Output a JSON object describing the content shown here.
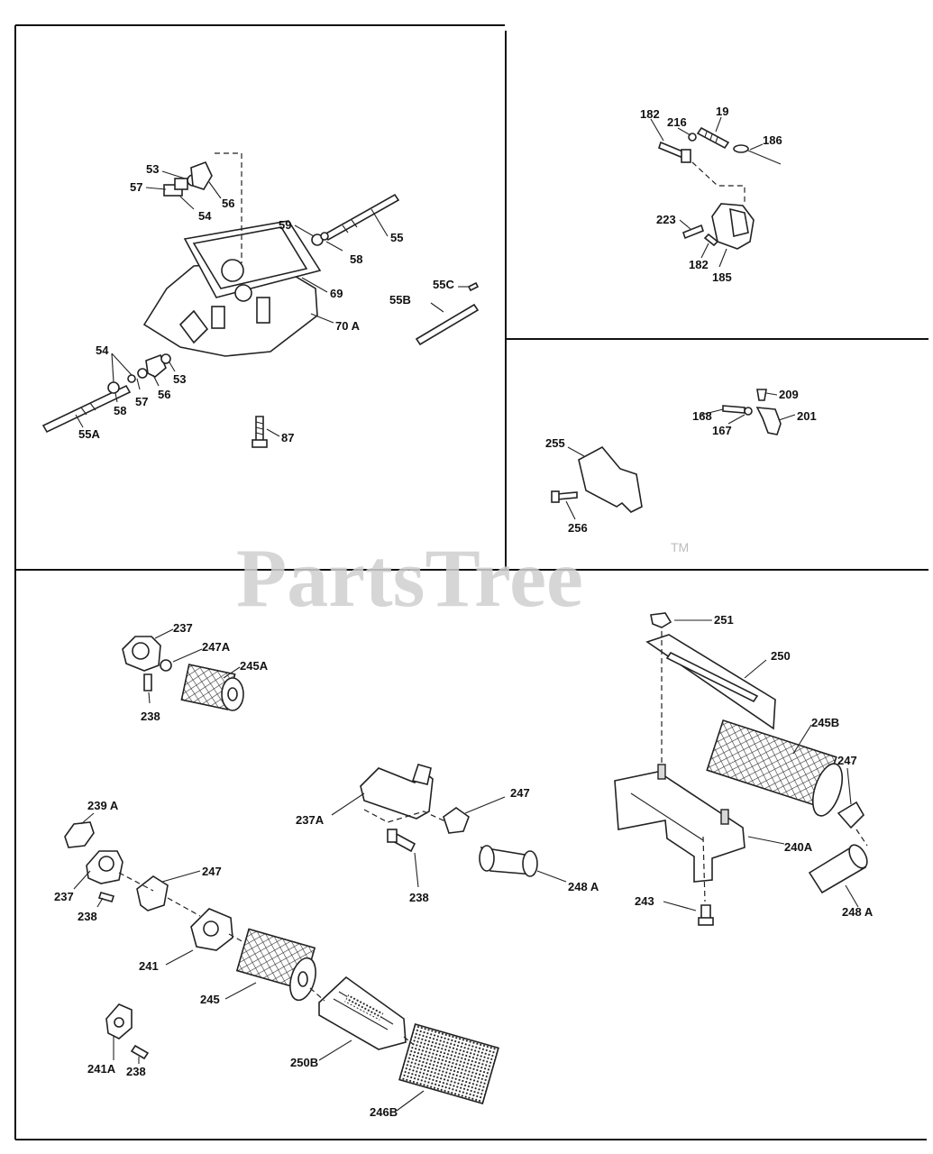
{
  "watermark": {
    "text": "PartsTree",
    "trademark": "TM"
  },
  "callouts": {
    "p53_top": "53",
    "p57_top": "57",
    "p54_top": "54",
    "p56_top": "56",
    "p59": "59",
    "p55": "55",
    "p58_right": "58",
    "p69": "69",
    "p55C": "55C",
    "p55B": "55B",
    "p70A": "70 A",
    "p54_low": "54",
    "p53_low": "53",
    "p57_low": "57",
    "p56_low": "56",
    "p58_low": "58",
    "p55A": "55A",
    "p87": "87",
    "p182_top": "182",
    "p216": "216",
    "p19": "19",
    "p186": "186",
    "p223": "223",
    "p182_low": "182",
    "p185": "185",
    "p209": "209",
    "p168": "168",
    "p201": "201",
    "p167": "167",
    "p255": "255",
    "p256": "256",
    "p237_top": "237",
    "p247A": "247A",
    "p245A": "245A",
    "p238_top": "238",
    "p251": "251",
    "p250": "250",
    "p245B": "245B",
    "p247_right": "247",
    "p240A": "240A",
    "p248A_right": "248 A",
    "p243": "243",
    "p237A": "237A",
    "p247_mid": "247",
    "p238_mid": "238",
    "p248A_mid": "248 A",
    "p239A": "239 A",
    "p237_left": "237",
    "p247_left": "247",
    "p238_left": "238",
    "p241": "241",
    "p245": "245",
    "p250B": "250B",
    "p241A": "241A",
    "p238_bottom": "238",
    "p246B": "246B"
  }
}
